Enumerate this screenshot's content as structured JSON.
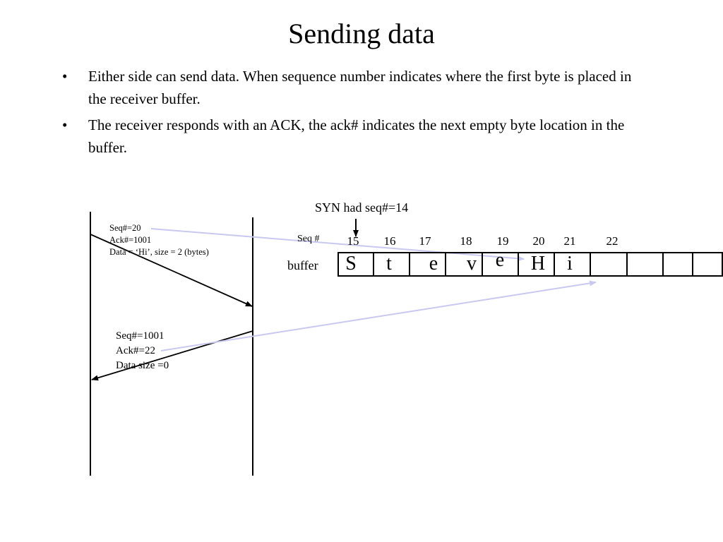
{
  "title": "Sending data",
  "bullets": [
    "Either side can send data. When sequence number indicates where the first byte is placed in the receiver buffer.",
    "The receiver responds with an ACK, the ack# indicates the next empty byte location in the buffer."
  ],
  "bullet_glyph": "•",
  "syn_note": "SYN had seq#=14",
  "seq_label": "Seq #",
  "buffer_label": "buffer",
  "seq_numbers": [
    "15",
    "16",
    "17",
    "18",
    "19",
    "20",
    "21",
    "22"
  ],
  "buffer_chars": [
    "S",
    "t",
    "e",
    "v",
    "e",
    "H",
    "i",
    "",
    "",
    "",
    ""
  ],
  "message1": {
    "line1": "Seq#=20",
    "line2": "Ack#=1001",
    "line3": "Data = ‘Hi’, size = 2 (bytes)"
  },
  "message2": {
    "line1": "Seq#=1001",
    "line2": "Ack#=22",
    "line3": "Data size =0"
  },
  "colors": {
    "text": "#000000",
    "pointer_line": "#c8c8f0",
    "background": "#ffffff"
  }
}
